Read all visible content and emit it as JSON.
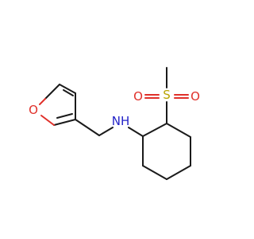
{
  "molecule": {
    "atoms": {
      "ring_oxygen": "O",
      "amine": "NH",
      "sulfur": "S",
      "sulfonyl_oxygen_left": "O",
      "sulfonyl_oxygen_right": "O"
    },
    "colors": {
      "carbon_bond": "#1a1a1a",
      "oxygen": "#e0302a",
      "nitrogen": "#2323c8",
      "sulfur": "#b8a400"
    }
  }
}
